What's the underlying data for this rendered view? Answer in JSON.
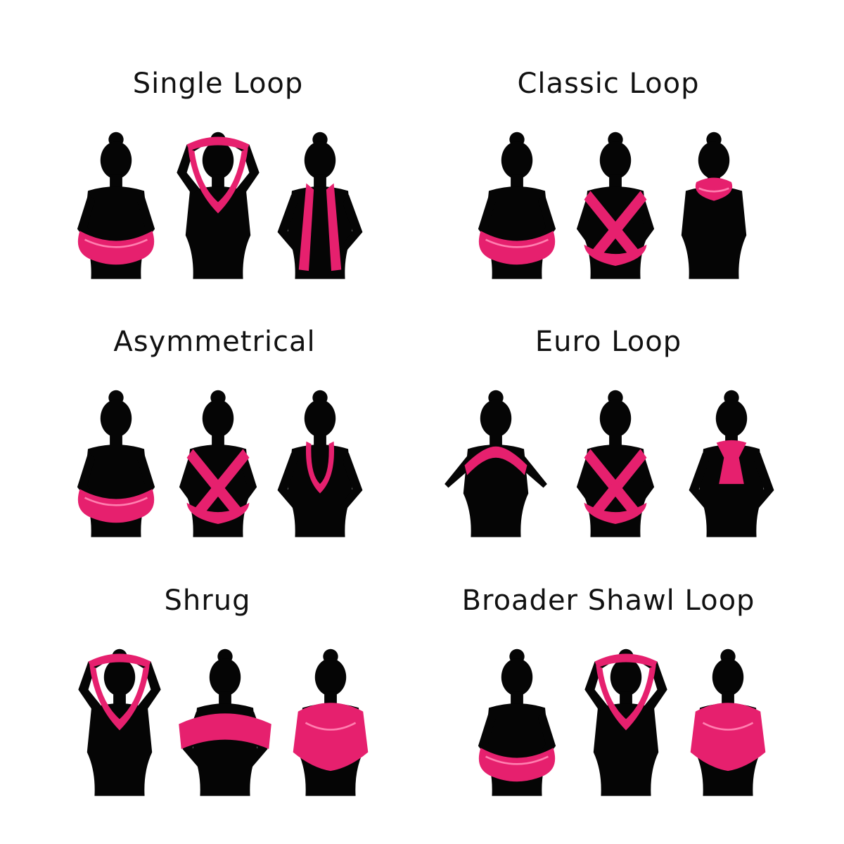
{
  "styles": [
    {
      "title": "Single Loop",
      "poses": [
        "waist",
        "overhead",
        "vertical"
      ]
    },
    {
      "title": "Classic Loop",
      "poses": [
        "waist",
        "cross",
        "cowl"
      ]
    },
    {
      "title": "Asymmetrical",
      "poses": [
        "waist",
        "cross",
        "drape"
      ]
    },
    {
      "title": "Euro Loop",
      "poses": [
        "shoulder",
        "cross",
        "knot"
      ]
    },
    {
      "title": "Shrug",
      "poses": [
        "overhead",
        "wrap",
        "shoulders"
      ]
    },
    {
      "title": "Broader Shawl Loop",
      "poses": [
        "waist",
        "overhead",
        "shoulders"
      ]
    }
  ],
  "colors": {
    "scarf": "#e6206e",
    "silhouette": "#050505",
    "title": "#111111",
    "background": "#ffffff"
  }
}
